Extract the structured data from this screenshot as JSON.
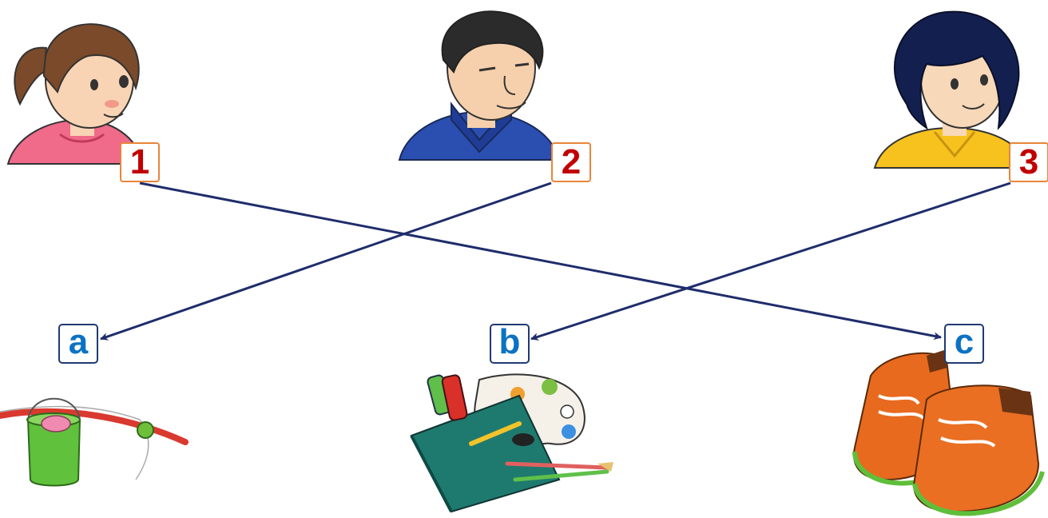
{
  "people": [
    {
      "id": "1",
      "label": "1",
      "icon": "girl-pink-shirt-icon"
    },
    {
      "id": "2",
      "label": "2",
      "icon": "man-blue-sweater-icon"
    },
    {
      "id": "3",
      "label": "3",
      "icon": "woman-yellow-shirt-icon"
    }
  ],
  "items": [
    {
      "id": "a",
      "label": "a",
      "icon": "fishing-rod-bucket-icon"
    },
    {
      "id": "b",
      "label": "b",
      "icon": "art-palette-sketchbook-icon"
    },
    {
      "id": "c",
      "label": "c",
      "icon": "hiking-boots-icon"
    }
  ],
  "matches": [
    {
      "from": "1",
      "to": "c"
    },
    {
      "from": "2",
      "to": "a"
    },
    {
      "from": "3",
      "to": "b"
    }
  ],
  "colors": {
    "number_text": "#c00000",
    "number_border": "#e8853a",
    "letter_text": "#0b72c4",
    "letter_border": "#1f3a73",
    "arrow": "#1f2d6b"
  }
}
